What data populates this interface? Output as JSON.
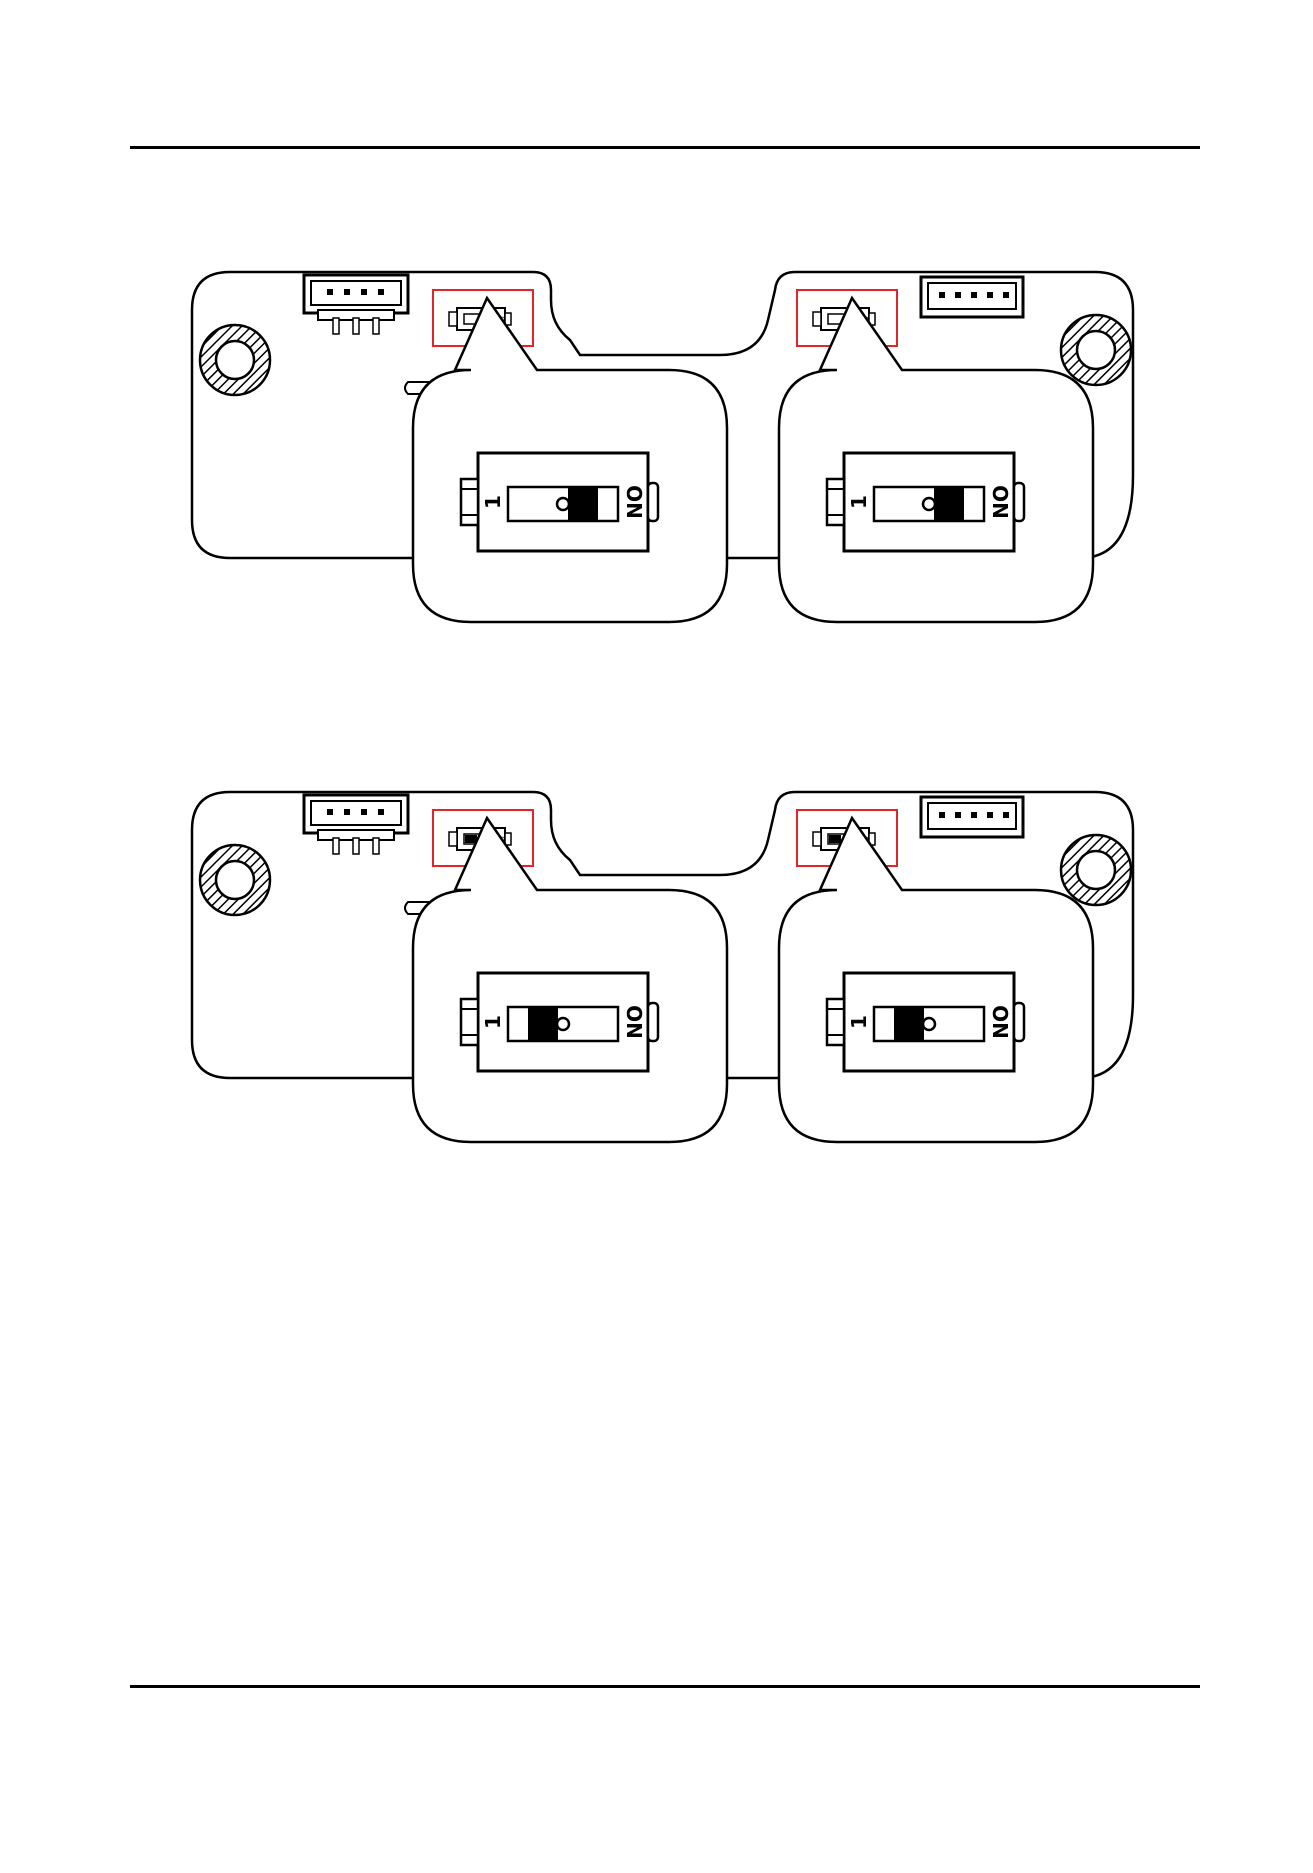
{
  "colors": {
    "highlight": "#e0262b",
    "line": "#000000",
    "background": "#ffffff"
  },
  "diagrams": [
    {
      "name": "switches-position-on",
      "switches": [
        {
          "label_1": "1",
          "label_on": "ON",
          "state": "ON"
        },
        {
          "label_1": "1",
          "label_on": "ON",
          "state": "ON"
        }
      ]
    },
    {
      "name": "switches-position-1",
      "switches": [
        {
          "label_1": "1",
          "label_on": "ON",
          "state": "1"
        },
        {
          "label_1": "1",
          "label_on": "ON",
          "state": "1"
        }
      ]
    }
  ]
}
